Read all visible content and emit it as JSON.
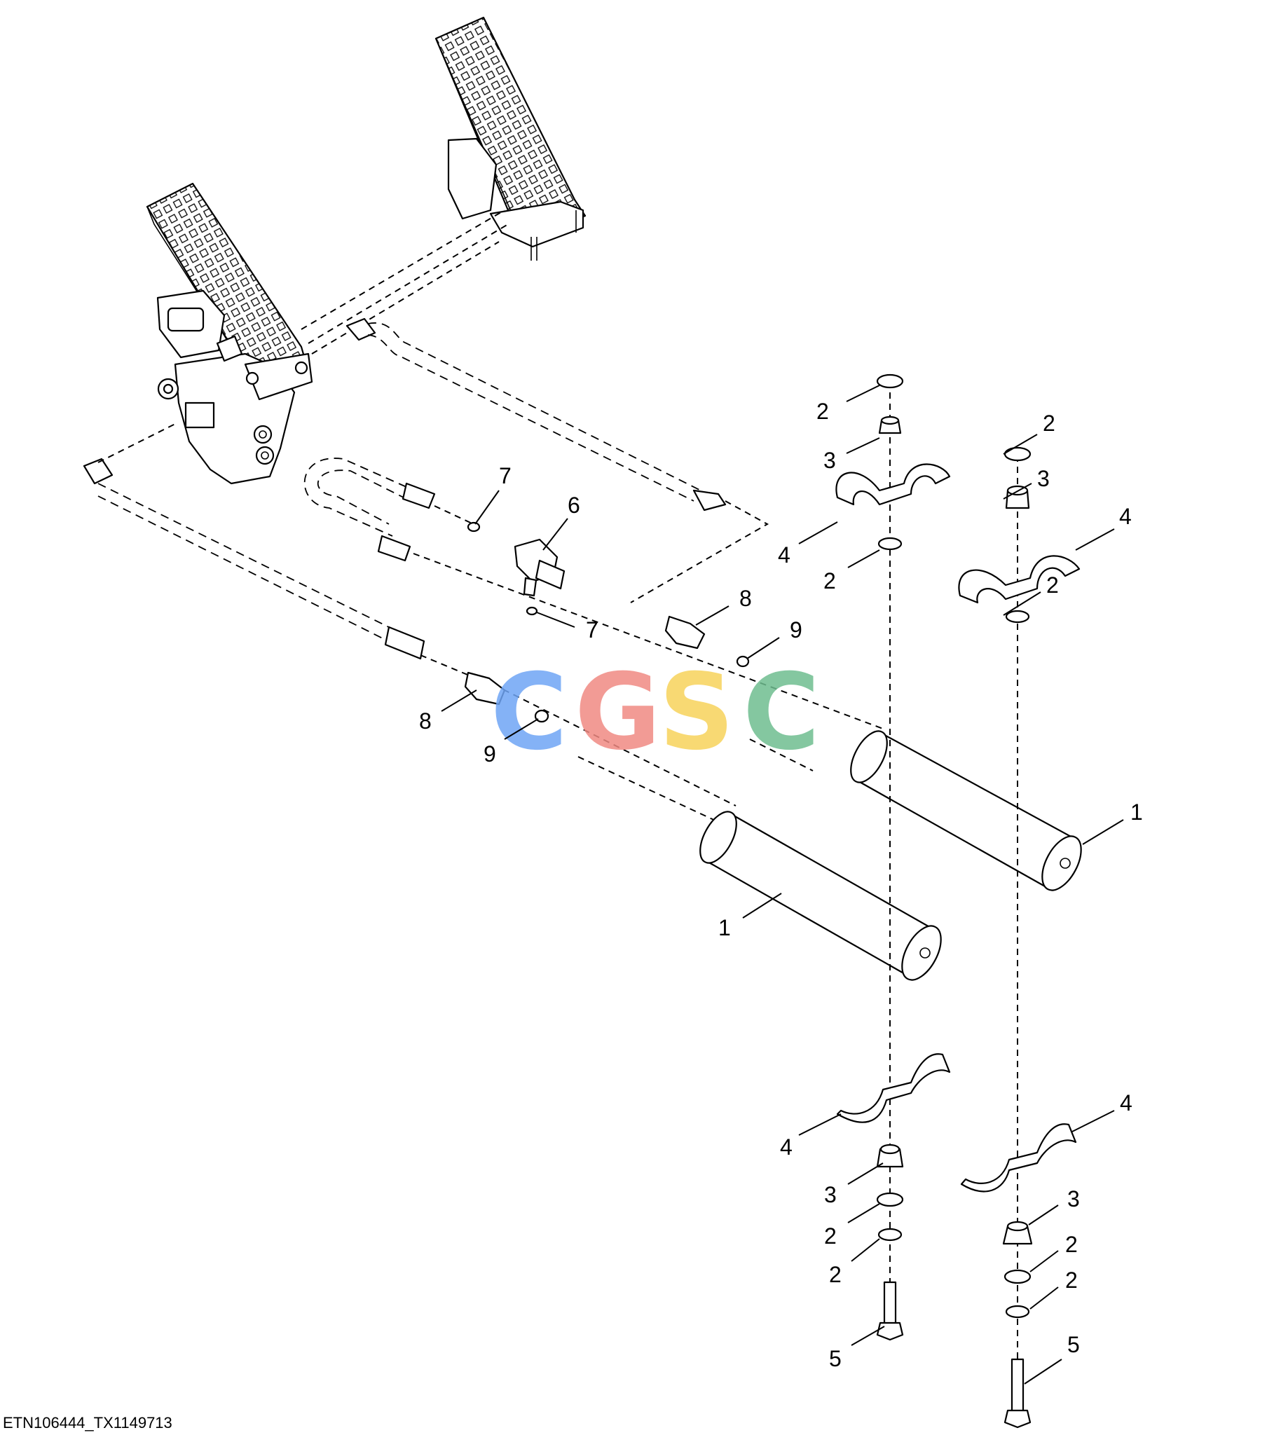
{
  "figure": {
    "reference_code": "ETN106444_TX1149713",
    "watermark": "CGSC",
    "watermark_colors": [
      "#6fa4f4",
      "#f08a82",
      "#f7d25b",
      "#6fbd8f"
    ]
  },
  "callouts": [
    {
      "id": "c-2a",
      "label": "2"
    },
    {
      "id": "c-3a",
      "label": "3"
    },
    {
      "id": "c-4a",
      "label": "4"
    },
    {
      "id": "c-2b",
      "label": "2"
    },
    {
      "id": "c-2c",
      "label": "2"
    },
    {
      "id": "c-3b",
      "label": "3"
    },
    {
      "id": "c-4b",
      "label": "4"
    },
    {
      "id": "c-2d",
      "label": "2"
    },
    {
      "id": "c-7a",
      "label": "7"
    },
    {
      "id": "c-6",
      "label": "6"
    },
    {
      "id": "c-7b",
      "label": "7"
    },
    {
      "id": "c-8a",
      "label": "8"
    },
    {
      "id": "c-9a",
      "label": "9"
    },
    {
      "id": "c-8b",
      "label": "8"
    },
    {
      "id": "c-9b",
      "label": "9"
    },
    {
      "id": "c-1a",
      "label": "1"
    },
    {
      "id": "c-1b",
      "label": "1"
    },
    {
      "id": "c-4c",
      "label": "4"
    },
    {
      "id": "c-4d",
      "label": "4"
    },
    {
      "id": "c-3c",
      "label": "3"
    },
    {
      "id": "c-2e",
      "label": "2"
    },
    {
      "id": "c-2f",
      "label": "2"
    },
    {
      "id": "c-3d",
      "label": "3"
    },
    {
      "id": "c-2g",
      "label": "2"
    },
    {
      "id": "c-2h",
      "label": "2"
    },
    {
      "id": "c-5a",
      "label": "5"
    },
    {
      "id": "c-5b",
      "label": "5"
    }
  ]
}
